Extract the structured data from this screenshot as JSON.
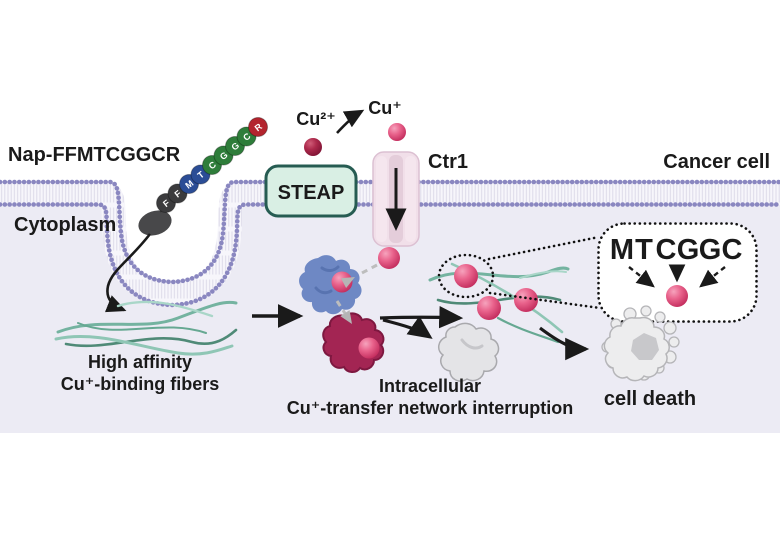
{
  "labels": {
    "nap_tag": "Nap-FFMTCGGCR",
    "cytoplasm": "Cytoplasm",
    "cancer_cell": "Cancer cell",
    "cu2": "Cu²⁺",
    "cu1": "Cu⁺",
    "steap": "STEAP",
    "ctr1": "Ctr1",
    "fibers_caption_line1": "High affinity",
    "fibers_caption_line2": "Cu⁺-binding fibers",
    "interruption_line1": "Intracellular",
    "interruption_line2": "Cu⁺-transfer network interruption",
    "cell_death": "cell death"
  },
  "peptide": {
    "beads": [
      {
        "letter": "F",
        "color": "#3b3b3d"
      },
      {
        "letter": "F",
        "color": "#3b3b3d"
      },
      {
        "letter": "M",
        "color": "#2b4d96"
      },
      {
        "letter": "T",
        "color": "#2b4d96"
      },
      {
        "letter": "C",
        "color": "#2e7d3a"
      },
      {
        "letter": "G",
        "color": "#2e7d3a"
      },
      {
        "letter": "G",
        "color": "#2e7d3a"
      },
      {
        "letter": "C",
        "color": "#2e7d3a"
      },
      {
        "letter": "R",
        "color": "#b3242e"
      }
    ]
  },
  "callout": {
    "letters": [
      {
        "ch": "M",
        "color": "#3c6ea5"
      },
      {
        "ch": "T",
        "color": "#3a3a3a"
      },
      {
        "ch": "C",
        "color": "#5d8766"
      },
      {
        "ch": "G",
        "color": "#3a3a3a"
      },
      {
        "ch": "G",
        "color": "#3a3a3a"
      },
      {
        "ch": "C",
        "color": "#5d8766"
      }
    ]
  },
  "colors": {
    "cytoplasm_bg": "#ecebf4",
    "membrane_dot": "#8a87c0",
    "steap_fill": "#d9efe4",
    "steap_border": "#265c52",
    "ctr1_fill": "#f1dfe9",
    "copper1_ion": "#e85480",
    "copper2_ion": "#a31d45",
    "fiber": "#74b3a0",
    "blue_protein": "#6e88c4",
    "red_protein": "#a32553"
  }
}
